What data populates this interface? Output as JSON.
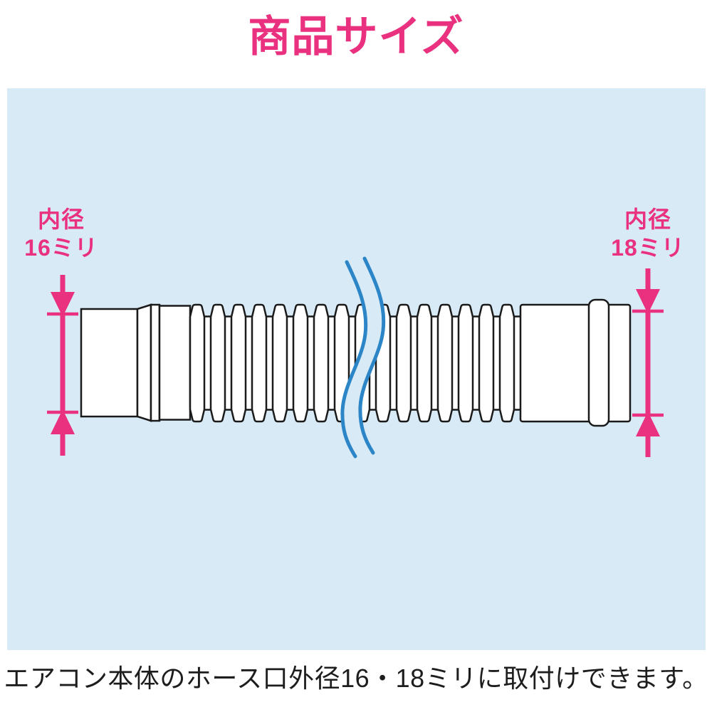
{
  "title": "商品サイズ",
  "panel": {
    "figure": "corrugated-flexible-drain-hose",
    "left_dimension": {
      "line1": "内径",
      "line2": "16ミリ"
    },
    "right_dimension": {
      "line1": "内径",
      "line2": "18ミリ"
    }
  },
  "caption": "エアコン本体のホース口外径16・18ミリに取付けできます。",
  "colors": {
    "accent_pink": "#E9317F",
    "panel_blue": "#D8EAF6",
    "break_blue": "#2B85C7",
    "outline": "#1A1A1A",
    "hose_fill": "#FFFFFF",
    "caption_text": "#1D1D1D"
  }
}
